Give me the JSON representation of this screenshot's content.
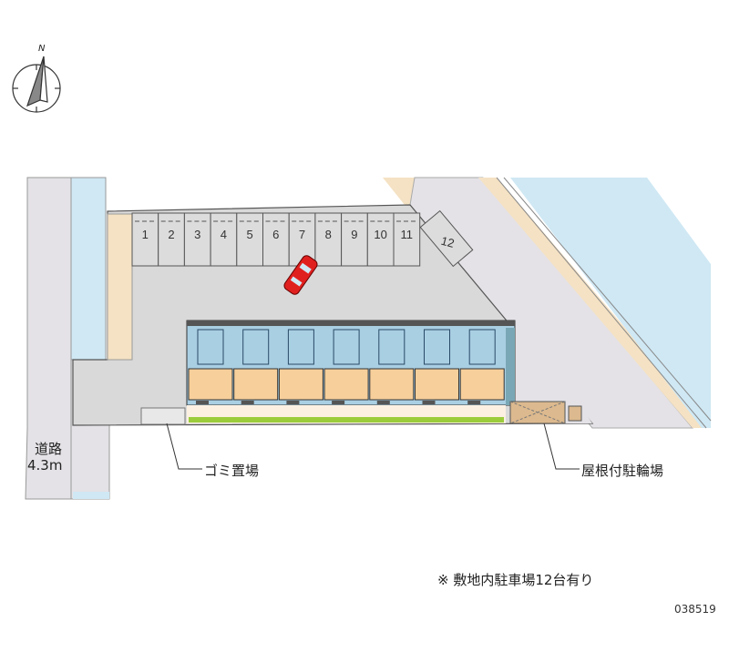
{
  "map": {
    "compass": {
      "north_label": "N"
    },
    "road": {
      "label": "道路",
      "width": "4.3m"
    },
    "parking_spaces": [
      "1",
      "2",
      "3",
      "4",
      "5",
      "6",
      "7",
      "8",
      "9",
      "10",
      "11",
      "12"
    ],
    "labels": {
      "garbage": "ゴミ置場",
      "bicycle_parking": "屋根付駐輪場"
    },
    "note": "※ 敷地内駐車場12台有り",
    "code": "038519",
    "colors": {
      "lot": "#d9d9d9",
      "road": "#e4e2e6",
      "water": "#cfe8f4",
      "sidewalk": "#f5e2c4",
      "building_top": "#a9cfe3",
      "building_bottom": "#f7cf9b",
      "car": "#e0201e",
      "hedge": "#9ccc3c"
    }
  }
}
